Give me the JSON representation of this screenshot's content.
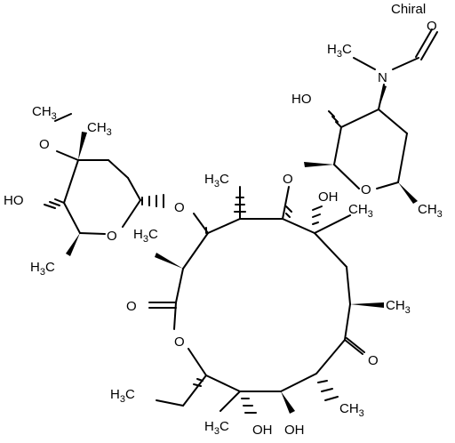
{
  "figure": {
    "chiral_label": "Chiral",
    "atom_labels": [
      {
        "id": "formyl-o",
        "text": "O"
      },
      {
        "id": "n-methyl",
        "text": "H3C",
        "main": "H",
        "sub": "3",
        "tail": "C"
      },
      {
        "id": "amide-n",
        "text": "N"
      },
      {
        "id": "ho-upper",
        "text": "HO"
      },
      {
        "id": "o-methoxy",
        "text": "O"
      },
      {
        "id": "methoxy-ch3",
        "text": "CH3",
        "main": "CH",
        "sub": "3"
      },
      {
        "id": "c-methyl-clad",
        "text": "CH3",
        "main": "CH",
        "sub": "3"
      },
      {
        "id": "ho-left",
        "text": "HO"
      },
      {
        "id": "o-ring-clad",
        "text": "O"
      },
      {
        "id": "h3c-clad",
        "text": "H3C",
        "main": "H",
        "sub": "3",
        "tail": "C"
      },
      {
        "id": "o-glyco-left",
        "text": "O"
      },
      {
        "id": "h3c-top",
        "text": "H3C",
        "main": "H",
        "sub": "3",
        "tail": "C"
      },
      {
        "id": "o-glyco-right",
        "text": "O"
      },
      {
        "id": "oh-macro",
        "text": "OH"
      },
      {
        "id": "o-ring-sugar",
        "text": "O"
      },
      {
        "id": "ch3-sugar",
        "text": "CH3",
        "main": "CH",
        "sub": "3"
      },
      {
        "id": "h3c-ch3-a",
        "text": "H3C",
        "main": "H",
        "sub": "3",
        "tail": "C"
      },
      {
        "id": "ch3-macro-r1",
        "text": "CH3",
        "main": "CH",
        "sub": "3"
      },
      {
        "id": "ch3-macro-r2",
        "text": "CH3",
        "main": "CH",
        "sub": "3"
      },
      {
        "id": "o-lactone-co",
        "text": "O"
      },
      {
        "id": "o-lactone",
        "text": "O"
      },
      {
        "id": "o-ketone",
        "text": "O"
      },
      {
        "id": "h3c-ethyl",
        "text": "H3C",
        "main": "H",
        "sub": "3",
        "tail": "C"
      },
      {
        "id": "ch3-lower-r",
        "text": "CH3",
        "main": "CH",
        "sub": "3"
      },
      {
        "id": "h3c-lower",
        "text": "H3C",
        "main": "H",
        "sub": "3",
        "tail": "C"
      },
      {
        "id": "oh-lower-1",
        "text": "OH"
      },
      {
        "id": "oh-lower-2",
        "text": "OH"
      }
    ]
  }
}
